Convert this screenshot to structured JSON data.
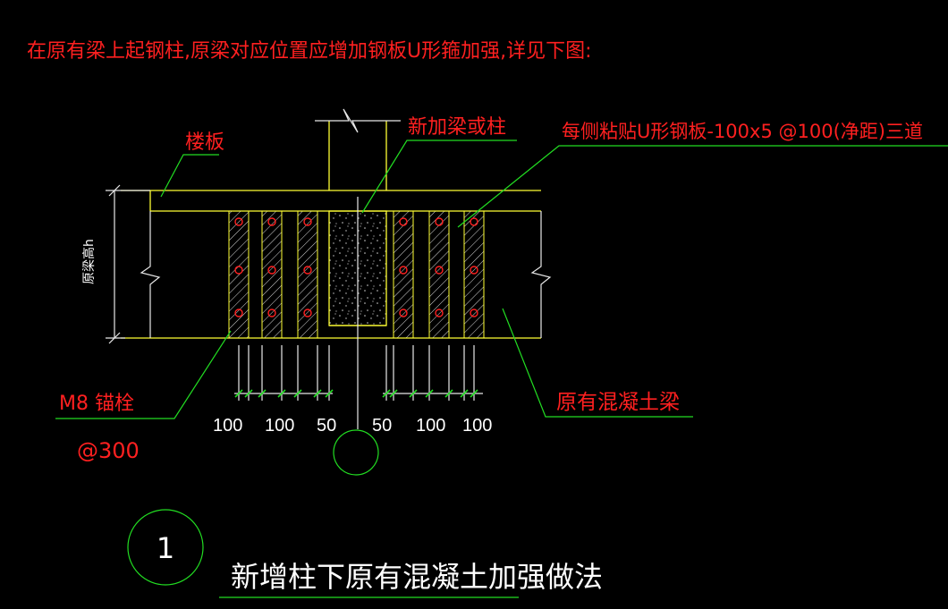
{
  "header_note": "在原有梁上起钢柱,原梁对应位置应增加钢板U形箍加强,详见下图:",
  "labels": {
    "slab": "楼板",
    "new_beam": "新加梁或柱",
    "steel_plate": "每侧粘贴U形钢板-100x5 @100(净距)三道",
    "beam_height": "原梁高h",
    "anchor": "M8 锚栓",
    "anchor_spacing": "@300",
    "existing_beam": "原有混凝土梁"
  },
  "dimensions": [
    "100",
    "100",
    "50",
    "50",
    "100",
    "100"
  ],
  "detail": {
    "number": "1",
    "title": "新增柱下原有混凝土加强做法"
  },
  "colors": {
    "background": "#000000",
    "annotation_red": "#ff2020",
    "outline_yellow": "#ffff33",
    "leader_green": "#22dd22",
    "dimension_white": "#e8e8e8"
  }
}
